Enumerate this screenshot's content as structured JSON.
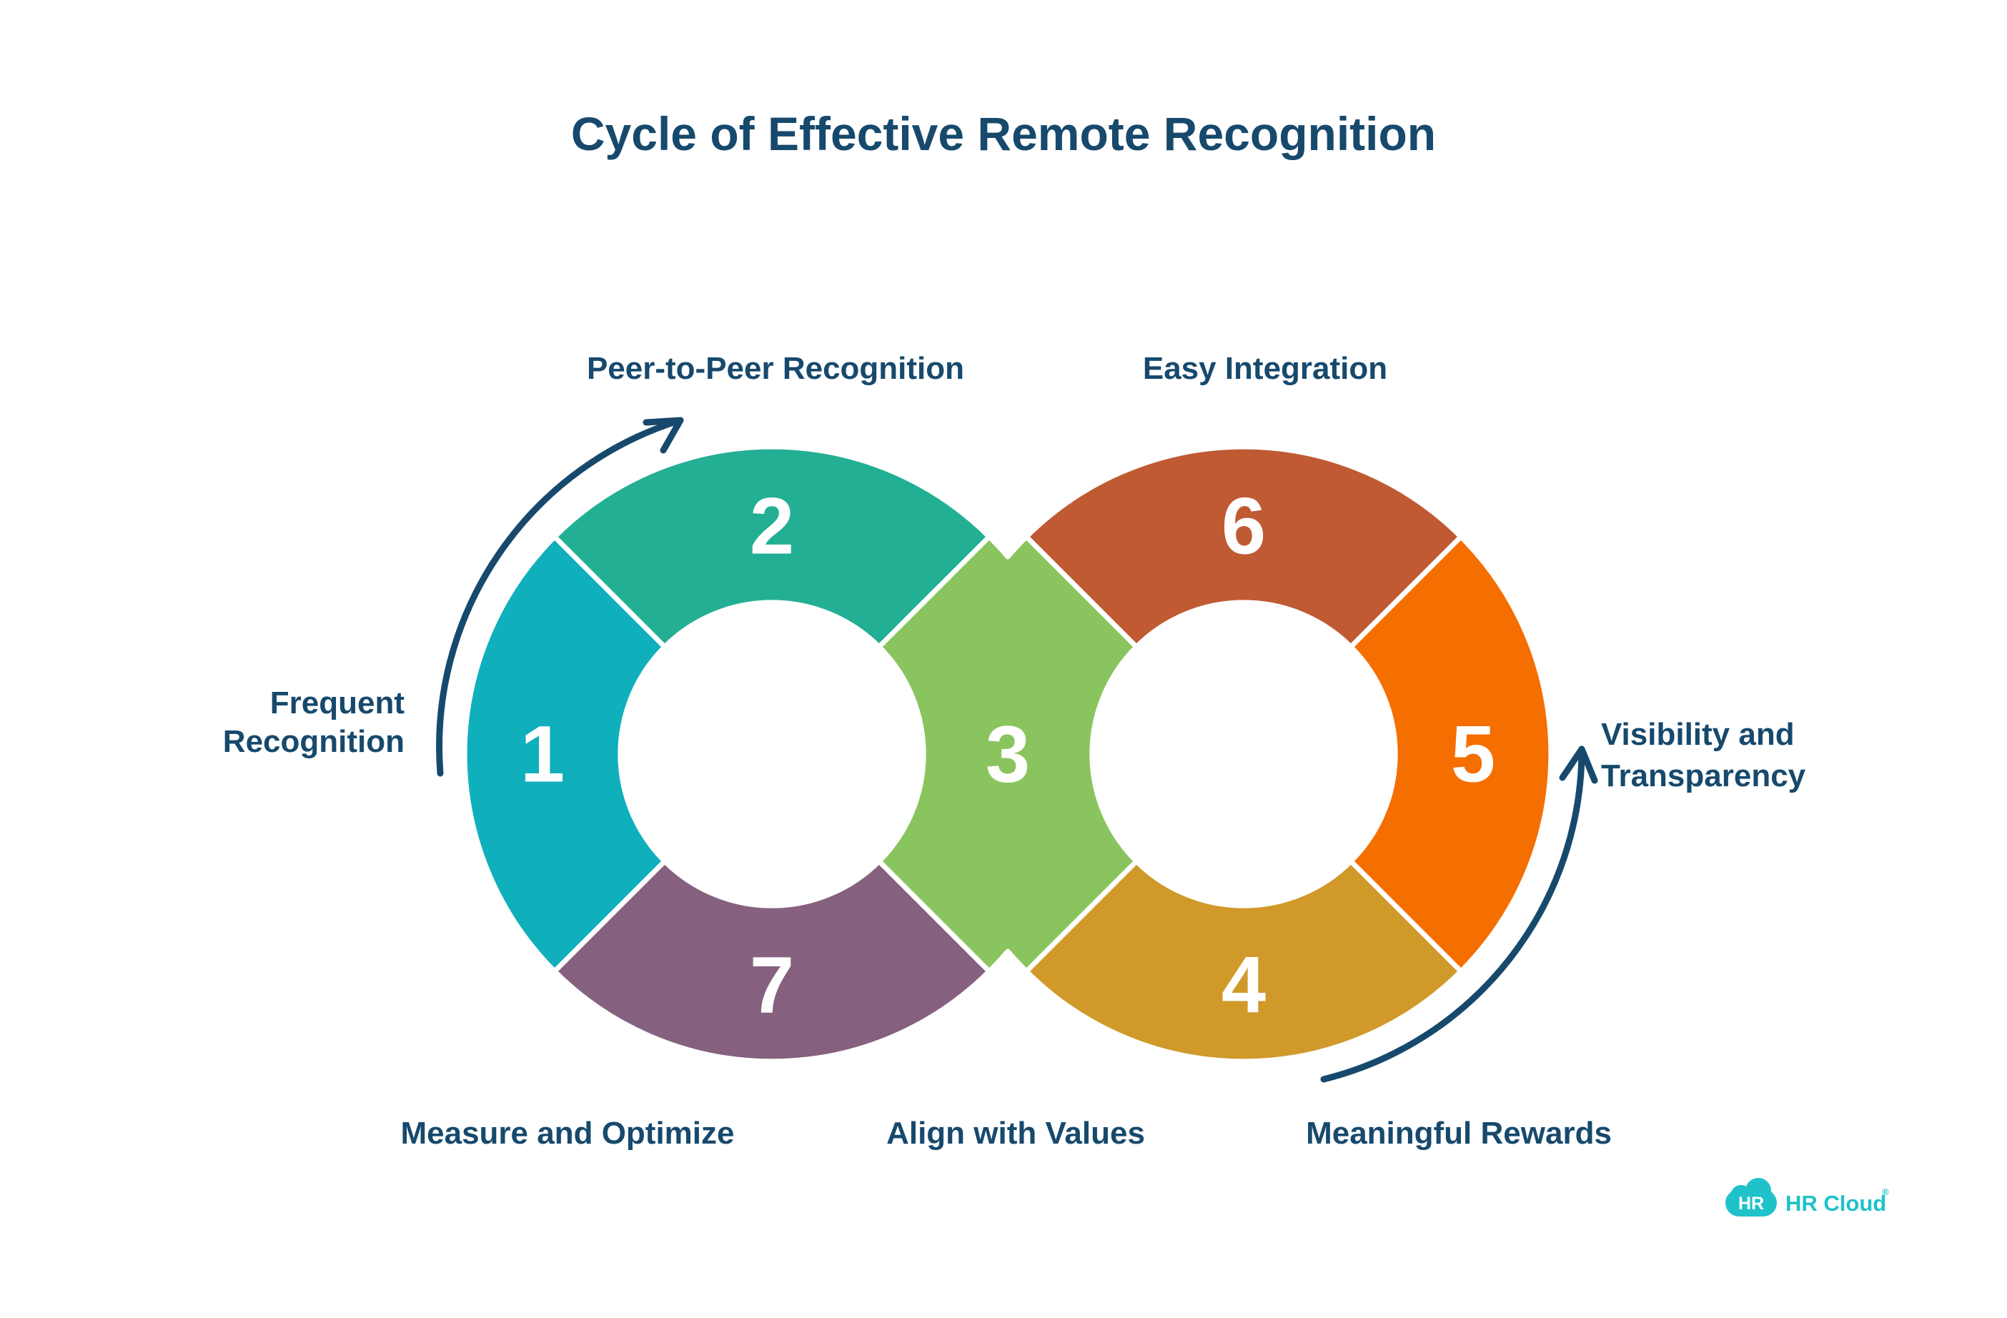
{
  "title": "Cycle of Effective Remote Recognition",
  "colors": {
    "navy": "#17496D",
    "background": "#FFFFFF"
  },
  "segments": [
    {
      "number": "1",
      "label": "Frequent Recognition",
      "label_lines": [
        "Frequent",
        "Recognition"
      ],
      "color": "#0FAFBC"
    },
    {
      "number": "2",
      "label": "Peer-to-Peer Recognition",
      "color": "#23AF94"
    },
    {
      "number": "3",
      "label": "Align with Values",
      "color": "#8AC45E"
    },
    {
      "number": "4",
      "label": "Meaningful Rewards",
      "color": "#D0992A"
    },
    {
      "number": "5",
      "label": "Visibility and Transparency",
      "label_lines": [
        "Visibility and",
        "Transparency"
      ],
      "color": "#F56E00"
    },
    {
      "number": "6",
      "label": "Easy Integration",
      "color": "#BF5A33"
    },
    {
      "number": "7",
      "label": "Measure and Optimize",
      "color": "#85617F"
    }
  ],
  "logo": {
    "badge": "HR",
    "brand": "HR Cloud",
    "registered": "®",
    "color": "#1FC2C9"
  }
}
